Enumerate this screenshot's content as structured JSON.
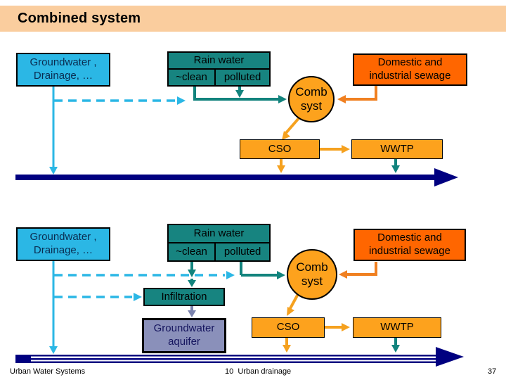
{
  "header": {
    "title": "Combined system"
  },
  "upper": {
    "groundwater_line1": "Groundwater ,",
    "groundwater_line2": "Drainage, …",
    "rain_water": "Rain water",
    "rain_clean": "~clean",
    "rain_polluted": "polluted",
    "sewage_line1": "Domestic and",
    "sewage_line2": "industrial sewage",
    "comb_line1": "Comb",
    "comb_line2": "syst",
    "cso": "CSO",
    "wwtp": "WWTP"
  },
  "lower": {
    "groundwater_line1": "Groundwater ,",
    "groundwater_line2": "Drainage, …",
    "rain_water": "Rain water",
    "rain_clean": "~clean",
    "rain_polluted": "polluted",
    "sewage_line1": "Domestic and",
    "sewage_line2": "industrial sewage",
    "comb_line1": "Comb",
    "comb_line2": "syst",
    "cso": "CSO",
    "wwtp": "WWTP",
    "infiltration": "Infiltration",
    "aquifer_line1": "Groundwater",
    "aquifer_line2": "aquifer"
  },
  "footer": {
    "course": "Urban Water Systems",
    "chapter": "10  Urban drainage",
    "page": "37"
  },
  "colors": {
    "header_bar": "#FACD9E",
    "groundwater_box": "#2BB7E5",
    "rain_water_box": "#178480",
    "sewage_box": "#FF6600",
    "orange_nodes": "#FDA21D",
    "aquifer_box": "#8A90BA",
    "river": "#000080",
    "cyan_arrows": "#2BB7E5",
    "teal_arrows": "#12837D",
    "orange_arrows": "#F5A11F",
    "sewage_connector": "#F08021",
    "infiltration_arrow": "#7B83AE"
  }
}
